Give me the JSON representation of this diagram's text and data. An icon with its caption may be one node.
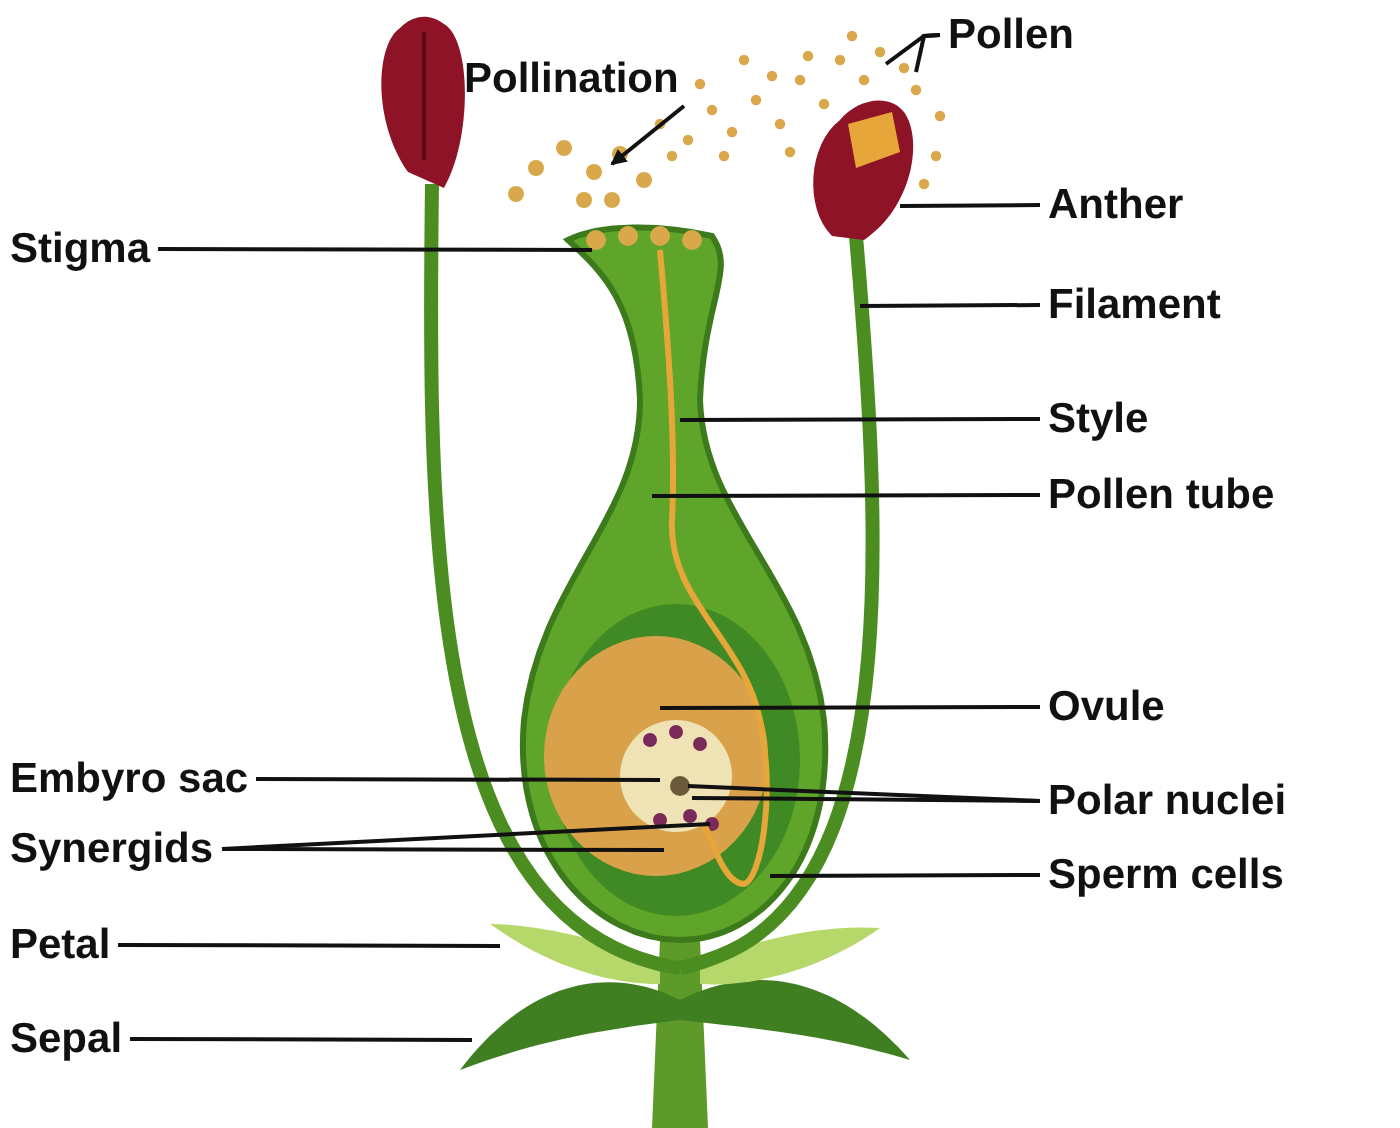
{
  "diagram": {
    "nodes": [
      {
        "text": [
          "Pollination"
        ]
      },
      {
        "text": [
          "Pollen"
        ]
      },
      {
        "text": [
          "Stigma"
        ]
      },
      {
        "text": [
          "Anther"
        ]
      },
      {
        "text": [
          "Filament"
        ]
      },
      {
        "text": [
          "Style"
        ]
      },
      {
        "text": [
          "Pollen tube"
        ]
      },
      {
        "text": [
          "Ovule"
        ]
      },
      {
        "text": [
          "Embyro sac"
        ]
      },
      {
        "text": [
          "Polar nuclei"
        ]
      },
      {
        "text": [
          "Synergids"
        ]
      },
      {
        "text": [
          "Sperm cells"
        ]
      },
      {
        "text": [
          "Petal"
        ]
      },
      {
        "text": [
          "Sepal"
        ]
      }
    ],
    "edges": [
      {
        "from": 0,
        "to": null,
        "arrow": "to"
      },
      {
        "from": 1,
        "to": null,
        "arrow": "none"
      },
      {
        "from": 1,
        "to": null,
        "arrow": "none"
      },
      {
        "from": 2,
        "to": null,
        "arrow": "none"
      },
      {
        "from": 3,
        "to": null,
        "arrow": "none"
      },
      {
        "from": 4,
        "to": null,
        "arrow": "none"
      },
      {
        "from": 5,
        "to": null,
        "arrow": "none"
      },
      {
        "from": 6,
        "to": null,
        "arrow": "none"
      },
      {
        "from": 7,
        "to": null,
        "arrow": "none"
      },
      {
        "from": 8,
        "to": null,
        "arrow": "none"
      },
      {
        "from": 9,
        "to": null,
        "arrow": "none"
      },
      {
        "from": 9,
        "to": null,
        "arrow": "none"
      },
      {
        "from": 10,
        "to": null,
        "arrow": "none"
      },
      {
        "from": 10,
        "to": null,
        "arrow": "none"
      },
      {
        "from": 11,
        "to": null,
        "arrow": "none"
      },
      {
        "from": 12,
        "to": null,
        "arrow": "none"
      },
      {
        "from": 13,
        "to": null,
        "arrow": "none"
      }
    ]
  }
}
